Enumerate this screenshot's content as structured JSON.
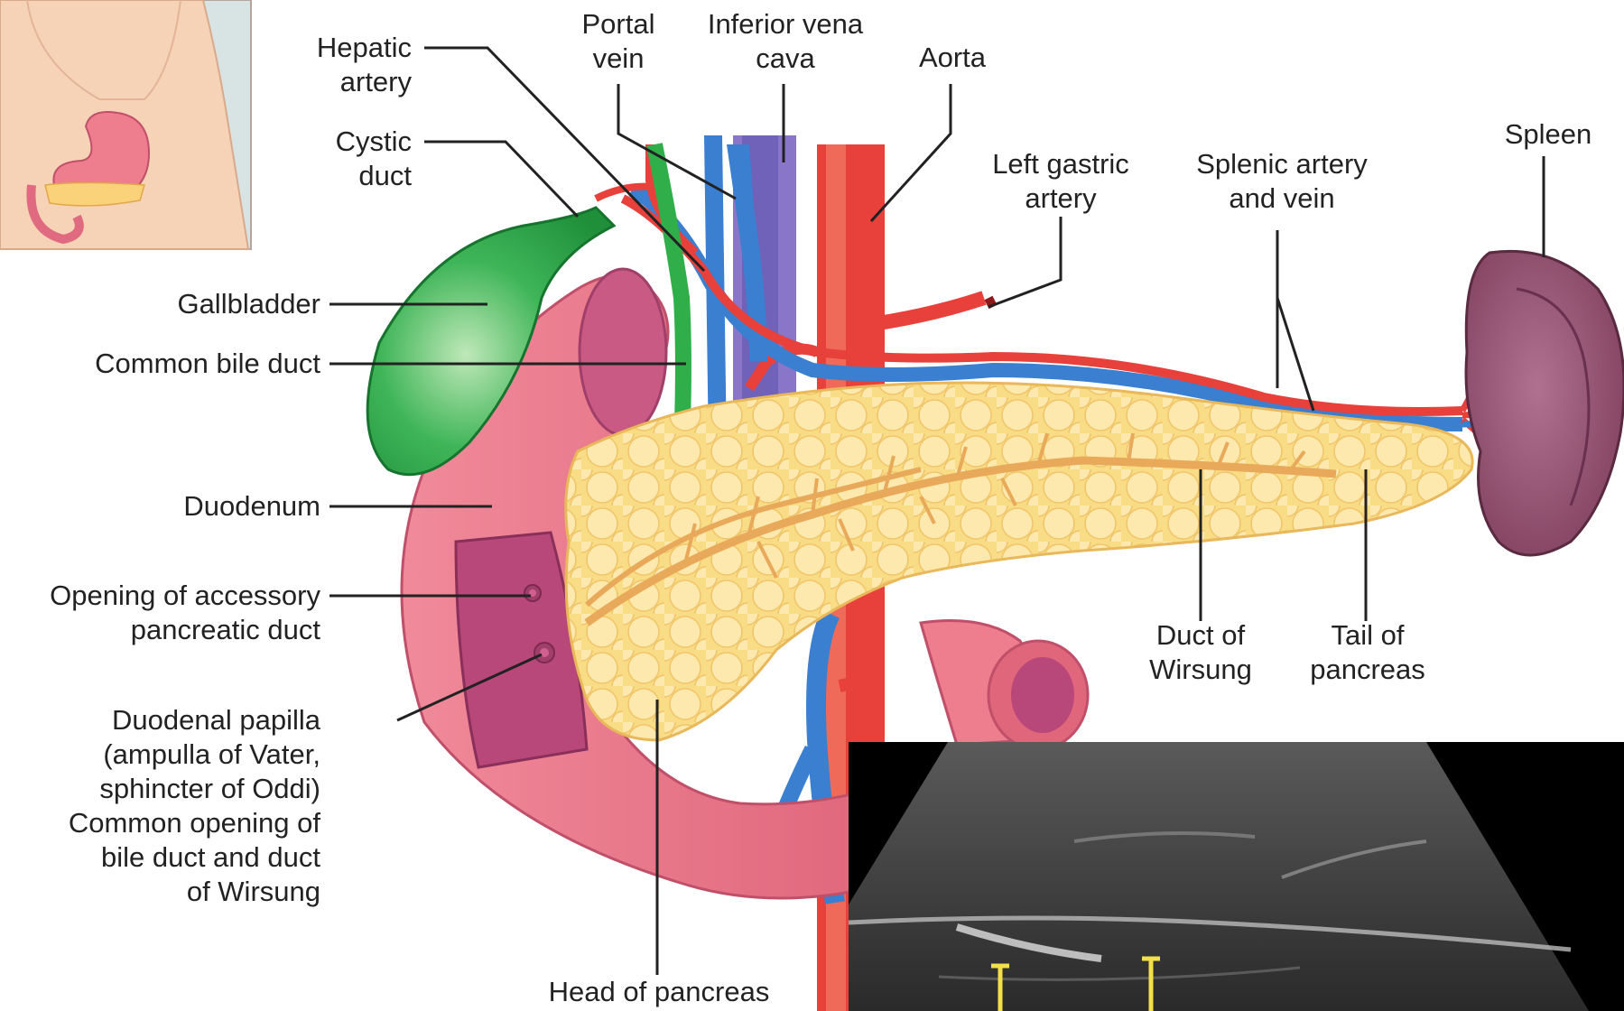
{
  "labels": {
    "hepatic_artery": [
      "Hepatic",
      "artery"
    ],
    "cystic_duct": [
      "Cystic",
      "duct"
    ],
    "portal_vein": [
      "Portal",
      "vein"
    ],
    "inferior_vena_cava": [
      "Inferior vena",
      "cava"
    ],
    "aorta": "Aorta",
    "spleen": "Spleen",
    "left_gastric_artery": [
      "Left gastric",
      "artery"
    ],
    "splenic_artery_vein": [
      "Splenic artery",
      "and vein"
    ],
    "gallbladder": "Gallbladder",
    "common_bile_duct": "Common bile duct",
    "duodenum": "Duodenum",
    "accessory_duct": [
      "Opening of accessory",
      "pancreatic duct"
    ],
    "duodenal_papilla": [
      "Duodenal papilla",
      "(ampulla of Vater,",
      "sphincter of Oddi)",
      "Common opening of",
      "bile duct and duct",
      "of Wirsung"
    ],
    "duct_of_wirsung": [
      "Duct of",
      "Wirsung"
    ],
    "tail_of_pancreas": [
      "Tail of",
      "pancreas"
    ],
    "head_of_pancreas": "Head of pancreas"
  },
  "colors": {
    "artery": "#e8403a",
    "vein": "#3a7fd0",
    "gallbladder": "#2fae4a",
    "duodenum": "#ee7d8e",
    "duodenum_inner": "#b8477a",
    "pancreas": "#f9dc86",
    "pancreatic_duct": "#e8aa5a",
    "spleen": "#8c4a68",
    "inset_bg": "#d8e4e4",
    "skin": "#f6d3b6"
  }
}
